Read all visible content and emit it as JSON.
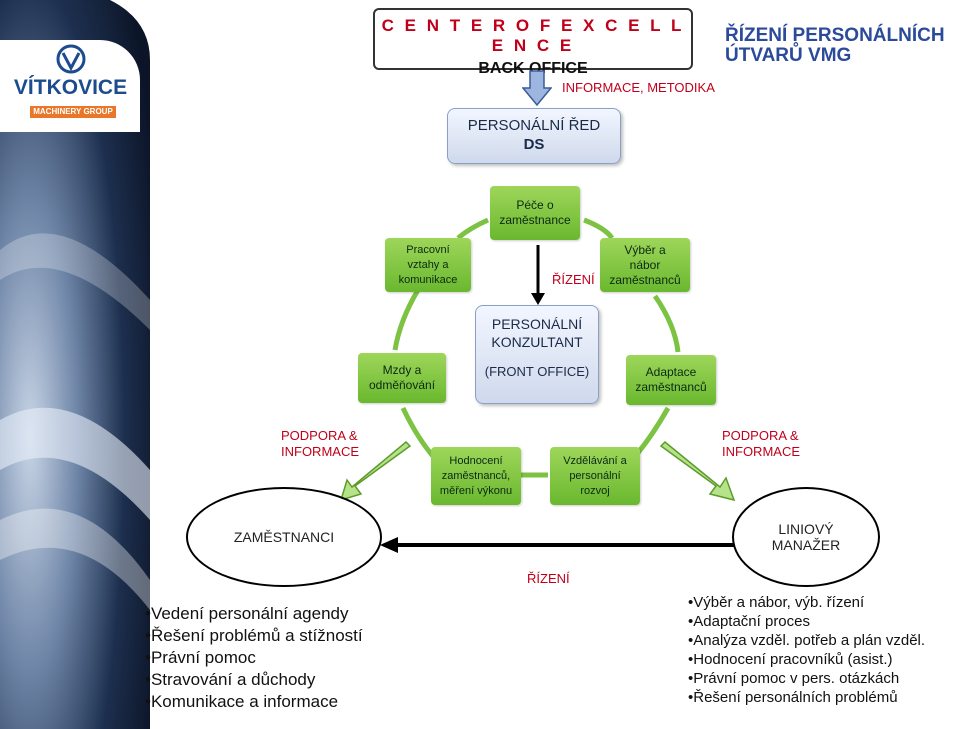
{
  "logo": {
    "word": "VÍTKOVICE",
    "sub": "MACHINERY GROUP"
  },
  "top_box": {
    "line1": "C E N T E R  O F  E X C E L L E N C E",
    "line2": "BACK OFFICE"
  },
  "heading": {
    "line1": "ŘÍZENÍ PERSONÁLNÍCH",
    "line2": "ÚTVARŮ VMG"
  },
  "info_label": "INFORMACE, METODIKA",
  "director": {
    "line1": "PERSONÁLNÍ ŘED",
    "line2": "DS"
  },
  "consultant": {
    "line1": "PERSONÁLNÍ",
    "line2": "KONZULTANT",
    "line3": "(FRONT OFFICE)"
  },
  "control_label_top": "ŘÍZENÍ",
  "control_label_bottom": "ŘÍZENÍ",
  "green_boxes": {
    "care": "Péče o zaměstnance",
    "relations": "Pracovní vztahy a komunikace",
    "recruitment": "Výběr a nábor zaměstnanců",
    "pay": "Mzdy a odměňování",
    "adaptation": "Adaptace zaměstnanců",
    "evaluation": "Hodnocení zaměstnanců, měření výkonu",
    "training": "Vzdělávání a personální rozvoj"
  },
  "support_left": {
    "line1": "PODPORA &",
    "line2": "INFORMACE"
  },
  "support_right": {
    "line1": "PODPORA &",
    "line2": "INFORMACE"
  },
  "employees": "ZAMĚSTNANCI",
  "manager": {
    "line1": "LINIOVÝ",
    "line2": "MANAŽER"
  },
  "left_list": [
    "•Vedení personální agendy",
    "•Řešení problémů a stížností",
    "•Právní pomoc",
    "•Stravování a důchody",
    "•Komunikace a informace"
  ],
  "right_list": [
    "•Výběr a nábor, výb. řízení",
    "•Adaptační proces",
    "•Analýza vzděl. potřeb a plán vzděl.",
    "•Hodnocení pracovníků (asist.)",
    "•Právní pomoc v pers. otázkách",
    "•Řešení personálních problémů"
  ],
  "colors": {
    "red": "#c0001a",
    "blue_heading": "#2b4a9a",
    "green": "#7cc243"
  }
}
